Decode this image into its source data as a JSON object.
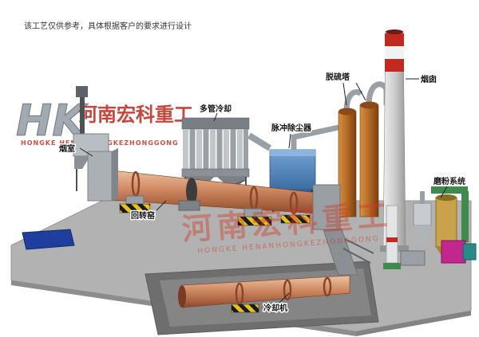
{
  "disclaimer": "该工艺仅供参考，具体根据客户的要求进行设计",
  "logo": {
    "monogram": "HK",
    "brand_cn": "河南宏科重工",
    "brand_en": "HONGKE HENANHONGKEZHONGGONG"
  },
  "watermark": {
    "text_cn": "河南宏科重工",
    "text_en": "HONGKE HENANHONGKEZHONGGONG"
  },
  "labels": {
    "smoke_chamber": "烟室",
    "rotary_kiln": "回转窑",
    "multi_tube_cooler": "多管冷却",
    "pulse_dust_collector": "脉冲除尘器",
    "desulfurization_tower": "脱硫塔",
    "chimney": "烟囱",
    "grinding_system": "磨粉系统",
    "cooling_machine": "冷却机"
  },
  "colors": {
    "kiln": "#cf8a63",
    "dust_collector": "#4d7fb3",
    "tower": "#b06a24",
    "chimney_band_red": "#c22a20",
    "platform": "#b2b2b2",
    "watermark_red": "#cf3a28",
    "pipe_green": "#3f8a4f",
    "accent_magenta": "#c2278f",
    "hazard_yellow": "#e6c21e",
    "pad_blue": "#1e3f9e"
  }
}
